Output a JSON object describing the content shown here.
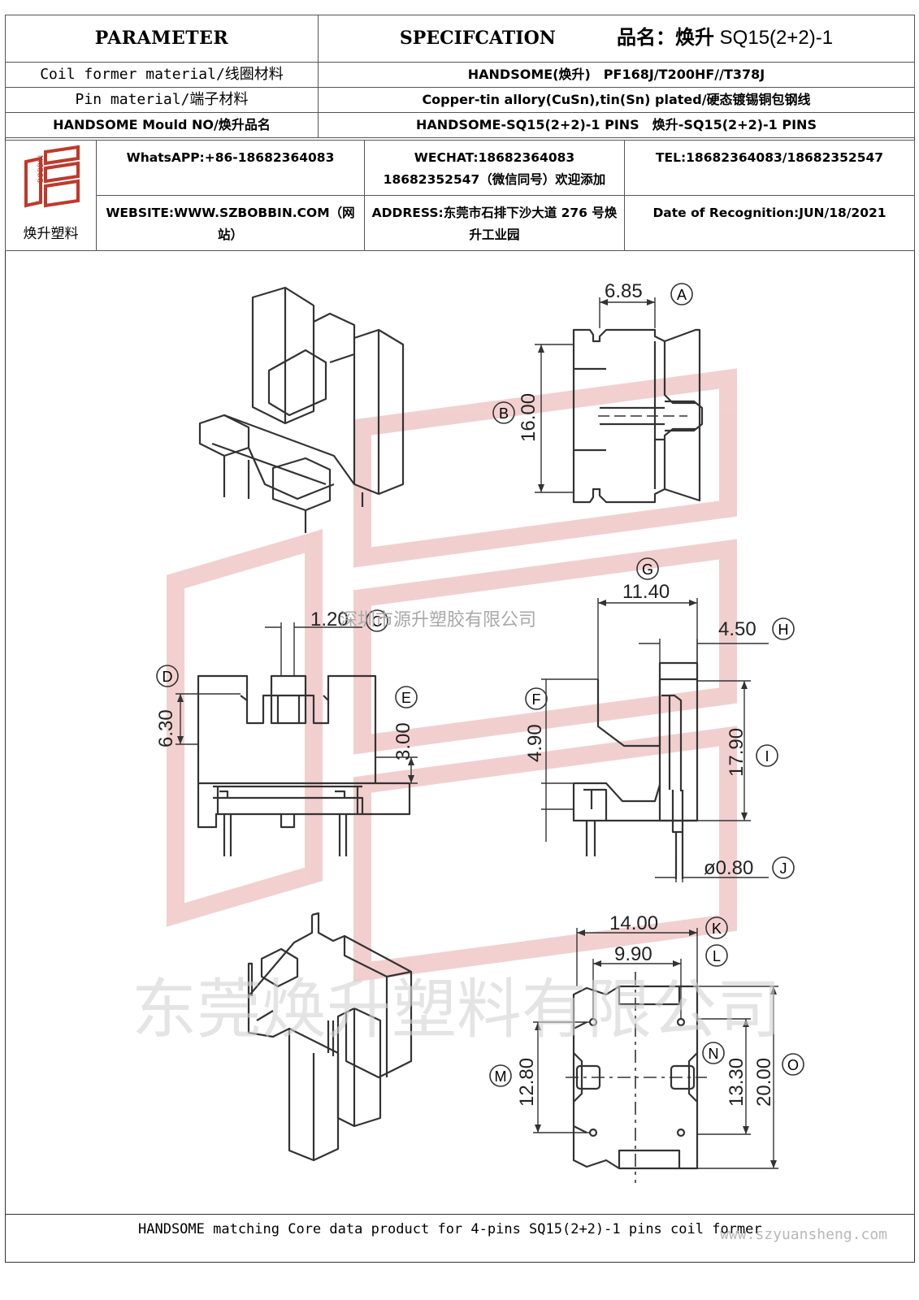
{
  "header": {
    "parameter": "PARAMETER",
    "specification": "SPECIFCATION",
    "product_name_label": "品名：焕升",
    "product_name_value": "SQ15(2+2)-1"
  },
  "rows": [
    {
      "label": "Coil former material/线圈材料",
      "value": "HANDSOME(焕升)　PF168J/T200HF//T378J"
    },
    {
      "label": "Pin material/端子材料",
      "value": "Copper-tin allory(CuSn),tin(Sn) plated/硬态镀锡铜包钢线"
    },
    {
      "label": "HANDSOME Mould NO/焕升品名",
      "value": "HANDSOME-SQ15(2+2)-1 PINS　焕升-SQ15(2+2)-1 PINS"
    }
  ],
  "contact": {
    "logo_text": "焕升塑料",
    "logo_mark": "BOBBIN",
    "whatsapp": "WhatsAPP:+86-18682364083",
    "wechat": "WECHAT:18682364083 18682352547（微信同号）欢迎添加",
    "tel": "TEL:18682364083/18682352547",
    "website": "WEBSITE:WWW.SZBOBBIN.COM（网站）",
    "address": "ADDRESS:东莞市石排下沙大道 276 号焕升工业园",
    "date": "Date of Recognition:JUN/18/2021"
  },
  "drawing": {
    "dims": {
      "A": "6.85",
      "B": "16.00",
      "C": "1.20",
      "D": "6.30",
      "E": "3.00",
      "F": "4.90",
      "G": "11.40",
      "H": "4.50",
      "I": "17.90",
      "J": "ø0.80",
      "K": "14.00",
      "L": "9.90",
      "M": "12.80",
      "N": "13.30",
      "O": "20.00"
    },
    "labels": [
      "A",
      "B",
      "C",
      "D",
      "E",
      "F",
      "G",
      "H",
      "I",
      "J",
      "K",
      "L",
      "M",
      "N",
      "O"
    ],
    "watermark_1": "深圳市源升塑胶有限公司",
    "watermark_2": "东莞焕升塑料有限公司"
  },
  "footer": {
    "text": "HANDSOME matching Core data  product for 4-pins SQ15(2+2)-1 pins coil former",
    "site": "www.szyuansheng.com"
  },
  "colors": {
    "line": "#333333",
    "logo_red": "#c0392b",
    "watermark_red": "#e8a9a9",
    "watermark_gray": "#bdbdbd"
  }
}
